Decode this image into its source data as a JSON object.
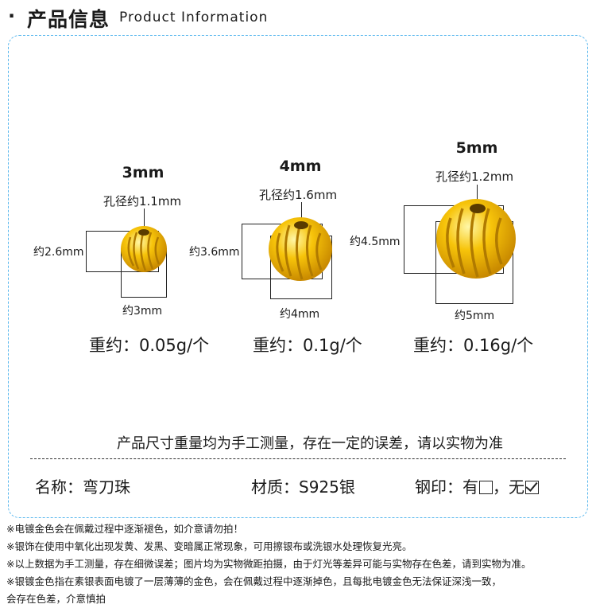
{
  "header": {
    "bullet": "·",
    "title_cn": "产品信息",
    "title_en": "Product Information"
  },
  "beads": [
    {
      "size": "3mm",
      "hole": "孔径约1.1mm",
      "height": "约2.6mm",
      "width": "约3mm",
      "weight": "重约：0.05g/个"
    },
    {
      "size": "4mm",
      "hole": "孔径约1.6mm",
      "height": "约3.6mm",
      "width": "约4mm",
      "weight": "重约：0.1g/个"
    },
    {
      "size": "5mm",
      "hole": "孔径约1.2mm",
      "height": "约4.5mm",
      "width": "约5mm",
      "weight": "重约：0.16g/个"
    }
  ],
  "disclaimer": "产品尺寸重量均为手工测量，存在一定的误差，请以实物为准",
  "specs": {
    "name": "名称：弯刀珠",
    "material": "材质：S925银",
    "stamp_prefix": "钢印：有",
    "stamp_sep": "，无",
    "stamp_yes_checked": false,
    "stamp_no_checked": true
  },
  "notes": [
    "※电镀金色会在佩戴过程中逐渐褪色，如介意请勿拍！",
    "※银饰在使用中氧化出现发黄、发黑、变暗属正常现象，可用擦银布或洗银水处理恢复光亮。",
    "※以上数据为手工测量，存在细微误差；图片均为实物微距拍摄，由于灯光等差异可能与实物存在色差，请到实物为准。",
    "※银镀金色指在素银表面电镀了一层薄薄的金色，会在佩戴过程中逐渐掉色，且每批电镀金色无法保证深浅一致，",
    "会存在色差，介意慎拍"
  ],
  "colors": {
    "frame_border": "#5bb8ee",
    "gold_light": "#ffe96a",
    "gold_mid": "#f7c40a",
    "gold_dark": "#d99a00"
  }
}
